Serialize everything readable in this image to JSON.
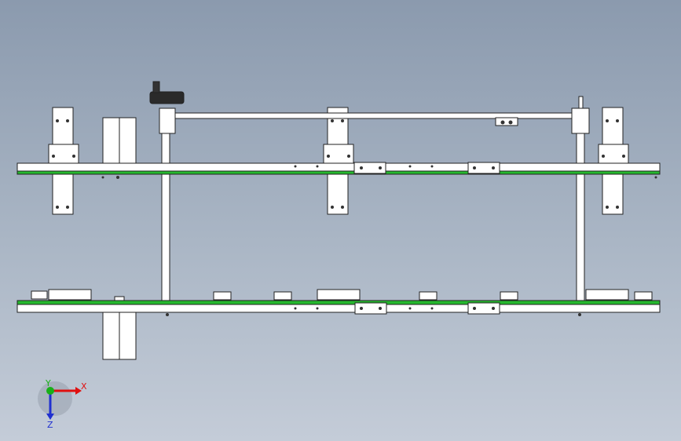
{
  "window": {
    "title": ""
  },
  "axes_triad": {
    "x_label": "X",
    "y_label": "Y",
    "z_label": "Z"
  },
  "colors": {
    "background_top": "#8b9aae",
    "background_bottom": "#c4ccd8",
    "rail_green": "#25b82e",
    "part_fill": "#ffffff",
    "outline": "#222222",
    "axis_x": "#e01010",
    "axis_y": "#18b018",
    "axis_z": "#2030d0"
  }
}
